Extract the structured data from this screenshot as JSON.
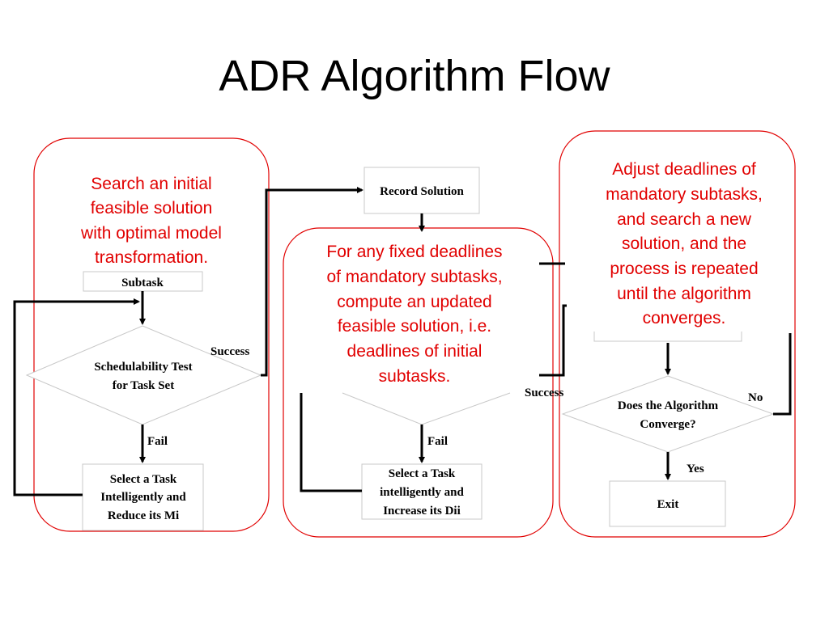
{
  "title": "ADR Algorithm Flow",
  "colors": {
    "panel_border": "#e10000",
    "note_text": "#e10000",
    "box_border": "#c8c8c8",
    "connector": "#000000"
  },
  "panel1": {
    "note": [
      "Search an initial",
      "feasible solution",
      "with optimal model",
      "transformation."
    ],
    "subtask_box": "Subtask",
    "decision": [
      "Schedulability Test",
      "for Task Set"
    ],
    "success_label": "Success",
    "fail_label": "Fail",
    "action": [
      "Select a Task",
      "Intelligently  and",
      "Reduce its Mi"
    ]
  },
  "record_solution": "Record Solution",
  "panel2": {
    "note": [
      "For any fixed deadlines",
      "of mandatory subtasks,",
      "compute an updated",
      "feasible solution, i.e.",
      "deadlines of initial",
      "subtasks."
    ],
    "success_label": "Success",
    "fail_label": "Fail",
    "action": [
      "Select a Task",
      "intelligently and",
      "Increase its Dii"
    ]
  },
  "panel3": {
    "note": [
      "Adjust deadlines of",
      "mandatory subtasks,",
      "and search a new",
      "solution, and the",
      "process is repeated",
      "until the algorithm",
      "converges."
    ],
    "decision": [
      "Does the Algorithm",
      "Converge?"
    ],
    "no_label": "No",
    "yes_label": "Yes",
    "exit": "Exit"
  }
}
